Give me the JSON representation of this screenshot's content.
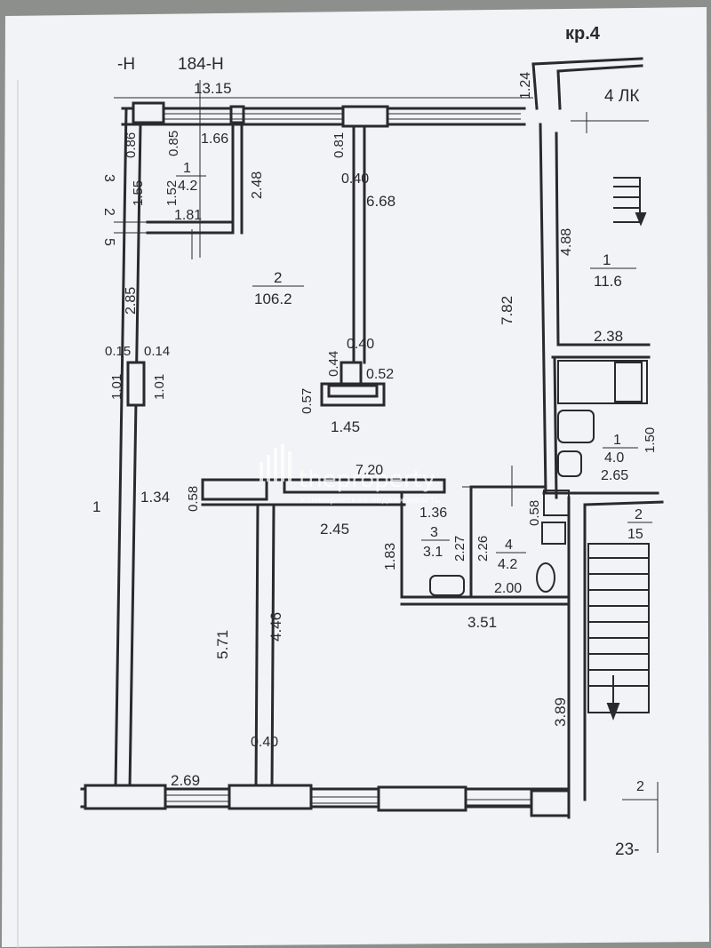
{
  "header": {
    "code": "кр.4",
    "top_left": "-Н",
    "top_mid": "184-Н",
    "corner": "4 ЛК"
  },
  "dimensions": {
    "top_total": "13.15",
    "d_124": "1.24",
    "d_086": "0.86",
    "d_085": "0.85",
    "d_166": "1.66",
    "d_081": "0.81",
    "d_040_top": "0.40",
    "d_668": "6.68",
    "d_248": "2.48",
    "d_155": "1.55",
    "d_152": "1.52",
    "d_181": "1.81",
    "d_285": "2.85",
    "d_782": "7.82",
    "d_488": "4.88",
    "d_238": "2.38",
    "d_040_mid": "0.40",
    "d_044": "0.44",
    "d_052": "0.52",
    "d_057": "0.57",
    "d_145": "1.45",
    "d_015": "0.15",
    "d_014": "0.14",
    "d_101a": "1.01",
    "d_101b": "1.01",
    "d_150": "1.50",
    "d_265": "2.65",
    "d_720": "7.20",
    "d_058a": "0.58",
    "d_134": "1.34",
    "d_058b": "0.58",
    "d_136": "1.36",
    "d_227": "2.27",
    "d_226": "2.26",
    "d_183": "1.83",
    "d_245": "2.45",
    "d_200": "2.00",
    "d_351": "3.51",
    "d_571": "5.71",
    "d_446": "4.46",
    "d_389": "3.89",
    "d_040_bot": "0.40",
    "d_269": "2.69",
    "d_23": "23-",
    "d_2": "2"
  },
  "rooms": [
    {
      "num": "1",
      "area": "4.2"
    },
    {
      "num": "2",
      "area": "106.2"
    },
    {
      "num": "1",
      "area": "11.6"
    },
    {
      "num": "1",
      "area": "4.0"
    },
    {
      "num": "3",
      "area": "3.1"
    },
    {
      "num": "4",
      "area": "4.2"
    },
    {
      "num": "2",
      "area": "15"
    }
  ],
  "left_edge": {
    "a": "3",
    "b": "2",
    "c": "5",
    "d": "1"
  },
  "watermark": {
    "brand": "theproperty",
    "tagline": "коммерческая недвижимость"
  },
  "colors": {
    "paper": "#f2f3f6",
    "ink": "#2a2a2e",
    "background": "#8d8f8c"
  }
}
